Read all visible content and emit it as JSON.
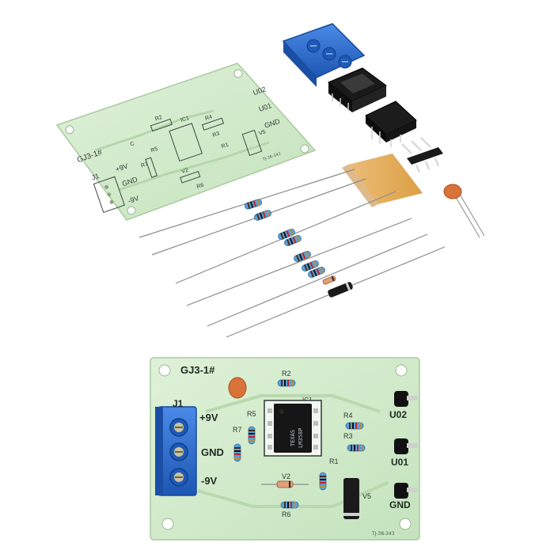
{
  "kit_board": {
    "title": "GJ3-1#",
    "terminal_label": "J1",
    "pwr_pos": "+9V",
    "gnd": "GND",
    "pwr_neg": "-9V",
    "cap_label": "C",
    "ic_label": "IC1",
    "r1": "R1",
    "r2": "R2",
    "r3": "R3",
    "r4": "R4",
    "r5": "R5",
    "r6": "R6",
    "r7": "R7",
    "v2": "V2",
    "v5": "V5",
    "out2": "U02",
    "out1": "U01",
    "out_gnd": "GND",
    "code": "TJ-38-343"
  },
  "assembled_board": {
    "title": "GJ3-1#",
    "terminal_label": "J1",
    "pwr_pos": "+9V",
    "gnd": "GND",
    "pwr_neg": "-9V",
    "ic_label": "IC1",
    "ic_part": "LM358P",
    "ic_brand": "TEXAS",
    "r1": "R1",
    "r2": "R2",
    "r3": "R3",
    "r4": "R4",
    "r5": "R5",
    "r6": "R6",
    "r7": "R7",
    "v2": "V2",
    "v5": "V5",
    "out2": "U02",
    "out1": "U01",
    "out_gnd": "GND",
    "code": "TJ-38-343"
  },
  "colors": {
    "pcb": "#cfe9c9",
    "pcb_edge": "#b7d8b0",
    "terminal_blue": "#2c6fd1",
    "chip_black": "#161616",
    "resistor_body": "#5c9fd6",
    "cap_orange": "#d9733a"
  }
}
